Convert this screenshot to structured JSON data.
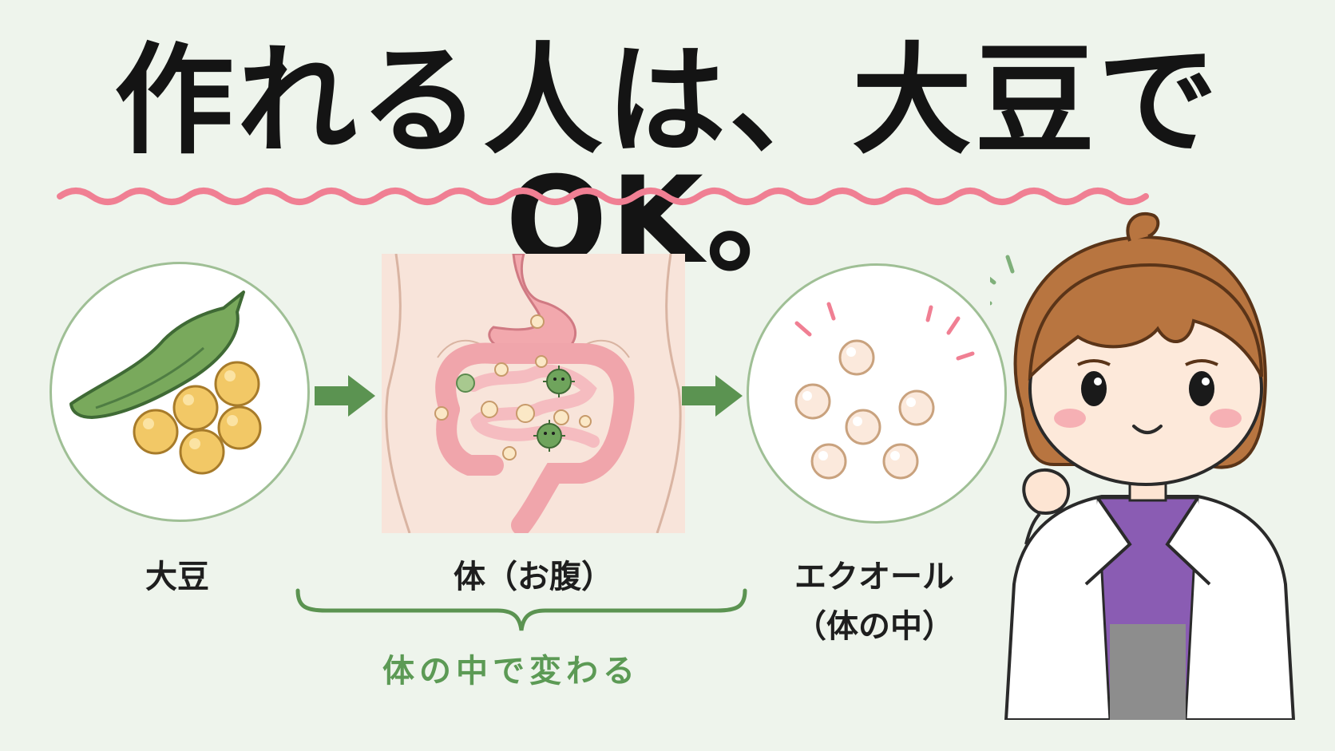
{
  "title": "作れる人は、大豆でOK。",
  "steps": [
    {
      "label": "大豆",
      "icon": "soybean-icon"
    },
    {
      "label": "体（お腹）",
      "icon": "gut-icon"
    },
    {
      "label_line1": "エクオール",
      "label_line2": "（体の中）",
      "icon": "equol-icon"
    }
  ],
  "brace_label": "体の中で変わる",
  "colors": {
    "background": "#eef4ec",
    "accent_wave": "#f07f93",
    "arrow": "#5b9351",
    "circle_border": "#9fbf95"
  },
  "icons": {
    "doctor": "doctor-character-icon",
    "arrow": "arrow-right-icon",
    "bacteria": "bacteria-icon"
  }
}
